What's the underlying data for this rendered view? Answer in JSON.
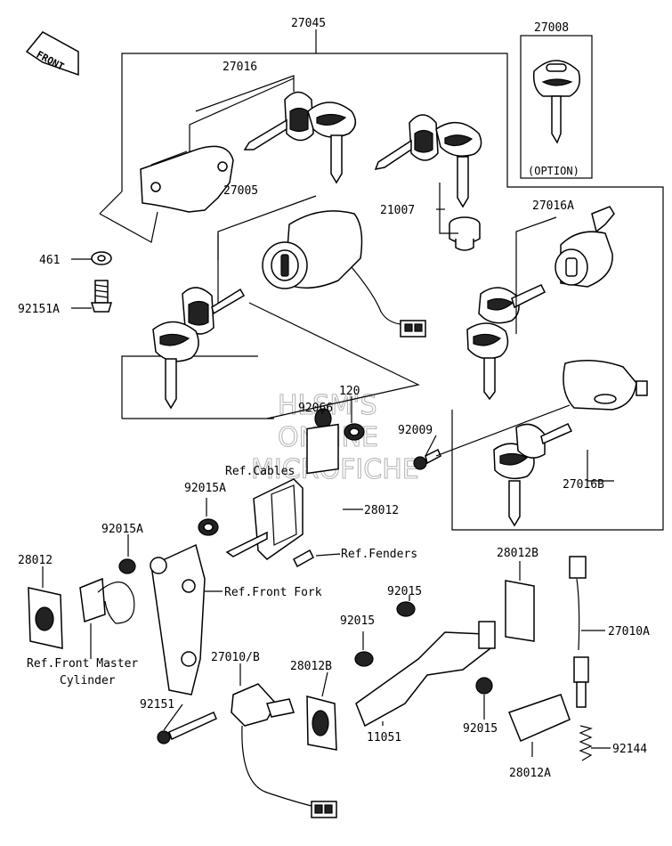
{
  "direction": "FRONT",
  "option_note": "(OPTION)",
  "watermark": [
    "HLSM'S",
    "ONLINE",
    "MICROFICHE"
  ],
  "parts": {
    "p27045": "27045",
    "p27008": "27008",
    "p27016": "27016",
    "p27005": "27005",
    "p21007": "21007",
    "p27016A": "27016A",
    "p461": "461",
    "p92151A": "92151A",
    "p120": "120",
    "p92066": "92066",
    "p92009": "92009",
    "p27016B": "27016B",
    "p92015A_1": "92015A",
    "p28012_1": "28012",
    "p92015A_2": "92015A",
    "p28012_2": "28012",
    "p28012B_1": "28012B",
    "p92015_1": "92015",
    "p27010A": "27010A",
    "p92015_2": "92015",
    "p27010B": "27010/B",
    "p28012B_2": "28012B",
    "p92151": "92151",
    "p11051": "11051",
    "p92015_3": "92015",
    "p92144": "92144",
    "p28012A": "28012A"
  },
  "refs": {
    "cables": "Ref.Cables",
    "fenders": "Ref.Fenders",
    "front_fork": "Ref.Front Fork",
    "front_master_1": "Ref.Front Master",
    "front_master_2": "Cylinder"
  }
}
